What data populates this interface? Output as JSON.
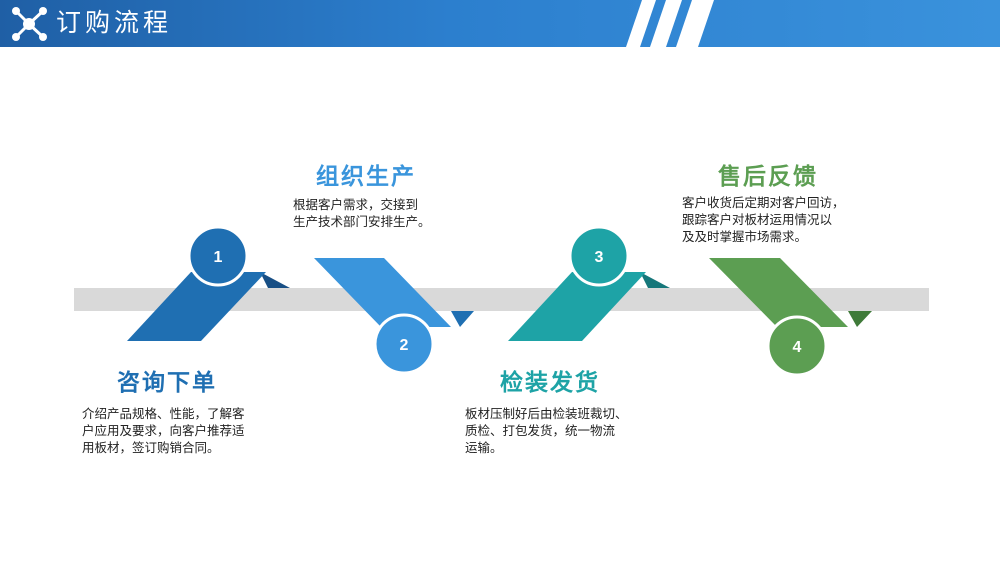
{
  "header": {
    "title": "订购流程",
    "logo_icon": "network-nodes-icon",
    "accent": "#2c7fce"
  },
  "steps": [
    {
      "number": "1",
      "title": "咨询下单",
      "description": "介绍产品规格、性能，了解客\n户应用及要求，向客户推荐适\n用板材，签订购销合同。",
      "color": "#1f6fb2"
    },
    {
      "number": "2",
      "title": "组织生产",
      "description": "根据客户需求，交接到\n生产技术部门安排生产。",
      "color": "#3a95dc"
    },
    {
      "number": "3",
      "title": "检装发货",
      "description": "板材压制好后由检装班裁切、\n质检、打包发货，统一物流\n运输。",
      "color": "#1ea3a6"
    },
    {
      "number": "4",
      "title": "售后反馈",
      "description": "客户收货后定期对客户回访，\n跟踪客户对板材运用情况以\n及及时掌握市场需求。",
      "color": "#5c9e52"
    }
  ]
}
